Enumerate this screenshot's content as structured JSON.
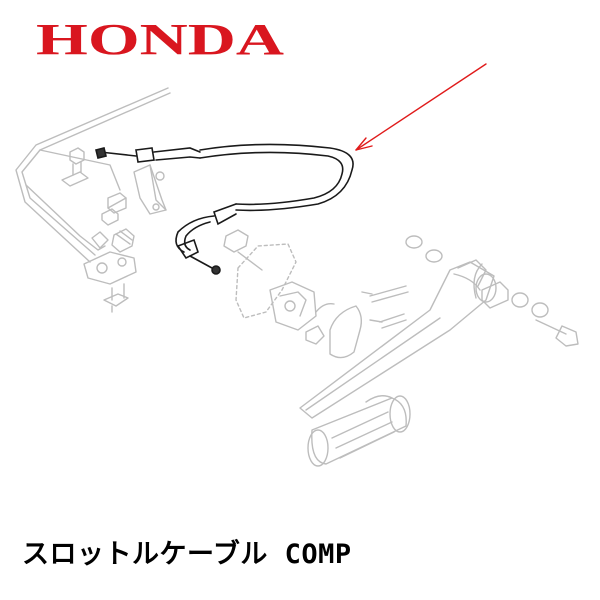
{
  "brand": {
    "logo_text": "HONDA",
    "logo_color": "#d9161f"
  },
  "diagram": {
    "highlight_part": "throttle-cable",
    "pointer_color": "#e01b1b",
    "cable_color": "#111111",
    "ghost_parts_color": "#b8b8b8"
  },
  "caption": {
    "part_name": "スロットルケーブル COMP"
  }
}
